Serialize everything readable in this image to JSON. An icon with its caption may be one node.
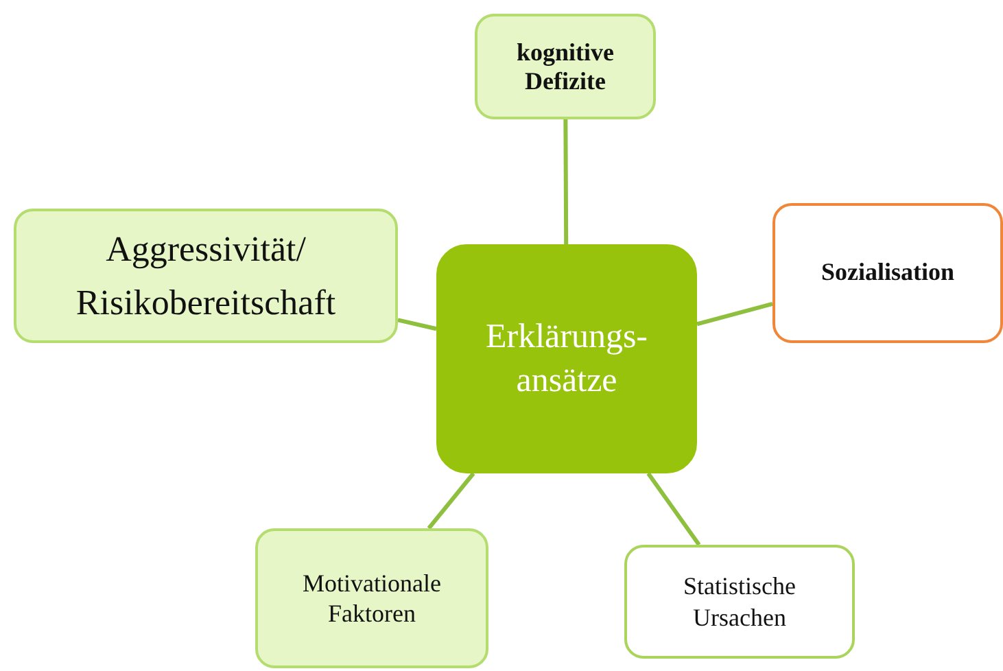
{
  "diagram": {
    "nodes": [
      {
        "text": [
          "kognitive Defizite"
        ]
      },
      {
        "text": [
          "Aggressivität/ Risikobereitschaft"
        ]
      },
      {
        "text": [
          "Sozialisation"
        ]
      },
      {
        "text": [
          "Erklärungs- ansätze"
        ]
      },
      {
        "text": [
          "Motivationale Faktoren"
        ]
      },
      {
        "text": [
          "Statistische Ursachen"
        ]
      }
    ],
    "edges": [
      {
        "from": 3,
        "to": 0,
        "arrow": "none"
      },
      {
        "from": 3,
        "to": 1,
        "arrow": "none"
      },
      {
        "from": 3,
        "to": 2,
        "arrow": "none"
      },
      {
        "from": 3,
        "to": 4,
        "arrow": "none"
      },
      {
        "from": 3,
        "to": 5,
        "arrow": "none"
      }
    ]
  }
}
